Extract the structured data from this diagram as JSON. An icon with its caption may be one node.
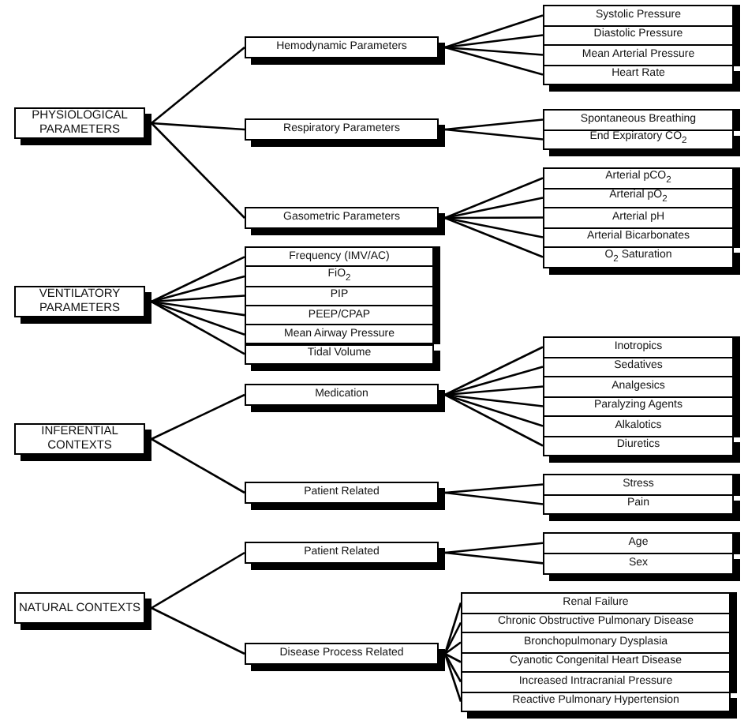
{
  "diagram": {
    "nodes": [
      {
        "text": [
          "PHYSIOLOGICAL PARAMETERS"
        ]
      },
      {
        "text": [
          "Hemodynamic Parameters"
        ]
      },
      {
        "text": [
          "Systolic Pressure"
        ]
      },
      {
        "text": [
          "Diastolic Pressure"
        ]
      },
      {
        "text": [
          "Mean Arterial Pressure"
        ]
      },
      {
        "text": [
          "Heart Rate"
        ]
      },
      {
        "text": [
          "Respiratory Parameters"
        ]
      },
      {
        "text": [
          "Spontaneous Breathing"
        ]
      },
      {
        "text": [
          "End Expiratory CO$_{2}$"
        ]
      },
      {
        "text": [
          "Gasometric Parameters"
        ]
      },
      {
        "text": [
          "Arterial pCO$_{2}$"
        ]
      },
      {
        "text": [
          "Arterial pO$_{2}$"
        ]
      },
      {
        "text": [
          "Arterial pH"
        ]
      },
      {
        "text": [
          "Arterial Bicarbonates"
        ]
      },
      {
        "text": [
          "O$_{2}$ Saturation"
        ]
      },
      {
        "text": [
          "VENTILATORY PARAMETERS"
        ]
      },
      {
        "text": [
          "Frequency (IMV/AC)"
        ]
      },
      {
        "text": [
          "FiO$_{2}$"
        ]
      },
      {
        "text": [
          "PIP"
        ]
      },
      {
        "text": [
          "PEEP/CPAP"
        ]
      },
      {
        "text": [
          "Mean Airway Pressure"
        ]
      },
      {
        "text": [
          "Tidal Volume"
        ]
      },
      {
        "text": [
          "INFERENTIAL CONTEXTS"
        ]
      },
      {
        "text": [
          "Medication"
        ]
      },
      {
        "text": [
          "Inotropics"
        ]
      },
      {
        "text": [
          "Sedatives"
        ]
      },
      {
        "text": [
          "Analgesics"
        ]
      },
      {
        "text": [
          "Paralyzing Agents"
        ]
      },
      {
        "text": [
          "Alkalotics"
        ]
      },
      {
        "text": [
          "Diuretics"
        ]
      },
      {
        "text": [
          "Patient Related"
        ]
      },
      {
        "text": [
          "Stress"
        ]
      },
      {
        "text": [
          "Pain"
        ]
      },
      {
        "text": [
          "NATURAL CONTEXTS"
        ]
      },
      {
        "text": [
          "Patient Related"
        ]
      },
      {
        "text": [
          "Age"
        ]
      },
      {
        "text": [
          "Sex"
        ]
      },
      {
        "text": [
          "Disease Process Related"
        ]
      },
      {
        "text": [
          "Renal Failure"
        ]
      },
      {
        "text": [
          "Chronic Obstructive Pulmonary Disease"
        ]
      },
      {
        "text": [
          "Bronchopulmonary Dysplasia"
        ]
      },
      {
        "text": [
          "Cyanotic Congenital Heart Disease"
        ]
      },
      {
        "text": [
          "Increased Intracranial Pressure"
        ]
      },
      {
        "text": [
          "Reactive Pulmonary Hypertension"
        ]
      }
    ],
    "edges": [
      {
        "from": 0,
        "to": 1,
        "arrow": "none"
      },
      {
        "from": 0,
        "to": 6,
        "arrow": "none"
      },
      {
        "from": 0,
        "to": 9,
        "arrow": "none"
      },
      {
        "from": 1,
        "to": 2,
        "arrow": "none"
      },
      {
        "from": 1,
        "to": 3,
        "arrow": "none"
      },
      {
        "from": 1,
        "to": 4,
        "arrow": "none"
      },
      {
        "from": 1,
        "to": 5,
        "arrow": "none"
      },
      {
        "from": 6,
        "to": 7,
        "arrow": "none"
      },
      {
        "from": 6,
        "to": 8,
        "arrow": "none"
      },
      {
        "from": 9,
        "to": 10,
        "arrow": "none"
      },
      {
        "from": 9,
        "to": 11,
        "arrow": "none"
      },
      {
        "from": 9,
        "to": 12,
        "arrow": "none"
      },
      {
        "from": 9,
        "to": 13,
        "arrow": "none"
      },
      {
        "from": 9,
        "to": 14,
        "arrow": "none"
      },
      {
        "from": 15,
        "to": 16,
        "arrow": "none"
      },
      {
        "from": 15,
        "to": 17,
        "arrow": "none"
      },
      {
        "from": 15,
        "to": 18,
        "arrow": "none"
      },
      {
        "from": 15,
        "to": 19,
        "arrow": "none"
      },
      {
        "from": 15,
        "to": 20,
        "arrow": "none"
      },
      {
        "from": 15,
        "to": 21,
        "arrow": "none"
      },
      {
        "from": 22,
        "to": 23,
        "arrow": "none"
      },
      {
        "from": 22,
        "to": 30,
        "arrow": "none"
      },
      {
        "from": 23,
        "to": 24,
        "arrow": "none"
      },
      {
        "from": 23,
        "to": 25,
        "arrow": "none"
      },
      {
        "from": 23,
        "to": 26,
        "arrow": "none"
      },
      {
        "from": 23,
        "to": 27,
        "arrow": "none"
      },
      {
        "from": 23,
        "to": 28,
        "arrow": "none"
      },
      {
        "from": 23,
        "to": 29,
        "arrow": "none"
      },
      {
        "from": 30,
        "to": 31,
        "arrow": "none"
      },
      {
        "from": 30,
        "to": 32,
        "arrow": "none"
      },
      {
        "from": 33,
        "to": 34,
        "arrow": "none"
      },
      {
        "from": 33,
        "to": 37,
        "arrow": "none"
      },
      {
        "from": 34,
        "to": 35,
        "arrow": "none"
      },
      {
        "from": 34,
        "to": 36,
        "arrow": "none"
      },
      {
        "from": 37,
        "to": 38,
        "arrow": "none"
      },
      {
        "from": 37,
        "to": 39,
        "arrow": "none"
      },
      {
        "from": 37,
        "to": 40,
        "arrow": "none"
      },
      {
        "from": 37,
        "to": 41,
        "arrow": "none"
      },
      {
        "from": 37,
        "to": 42,
        "arrow": "none"
      },
      {
        "from": 37,
        "to": 43,
        "arrow": "none"
      }
    ]
  }
}
